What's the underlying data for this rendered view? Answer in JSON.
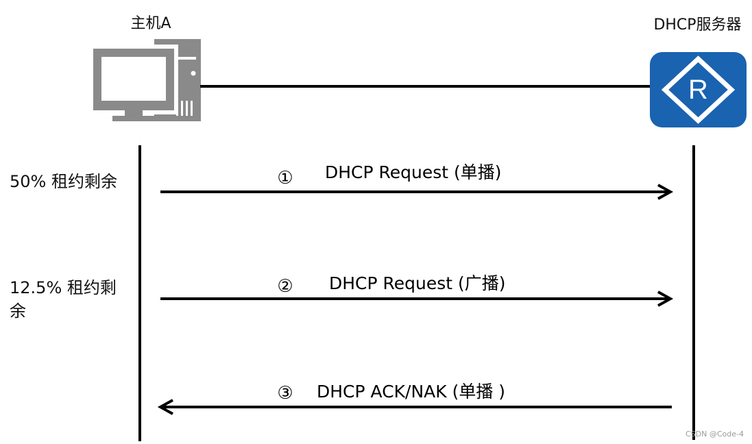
{
  "host": {
    "label": "主机A"
  },
  "server": {
    "label": "DHCP服务器",
    "icon_letter": "R"
  },
  "lease_labels": {
    "fifty": "50% 租约剩余",
    "twelve": "12.5% 租约剩\n余"
  },
  "messages": [
    {
      "step": "①",
      "text": "DHCP Request (单播)",
      "direction": "host-to-server"
    },
    {
      "step": "②",
      "text": "DHCP Request (广播)",
      "direction": "host-to-server"
    },
    {
      "step": "③",
      "text": "DHCP ACK/NAK (单播 )",
      "direction": "server-to-host"
    }
  ],
  "watermark": "CSDN @Code-4",
  "colors": {
    "router_bg": "#1a63b0",
    "pc_gray": "#8a8a8a",
    "line": "#000000"
  }
}
